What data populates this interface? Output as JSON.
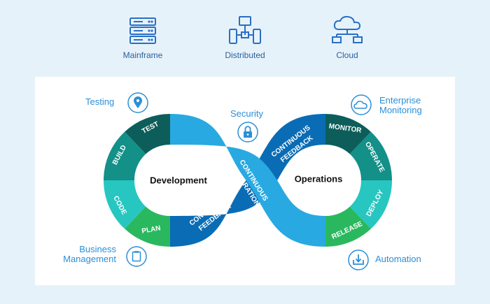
{
  "top_items": [
    {
      "label": "Mainframe",
      "icon": "server-rack-icon"
    },
    {
      "label": "Distributed",
      "icon": "network-nodes-icon"
    },
    {
      "label": "Cloud",
      "icon": "cloud-network-icon"
    }
  ],
  "center": {
    "left_title": "Development",
    "right_title": "Operations"
  },
  "band": {
    "ci_line1": "CONTINUOUS",
    "ci_line2": "INTEGRATION",
    "cf_top_line1": "CONTINUOUS",
    "cf_top_line2": "FEEDBACK",
    "cf_bottom_line1": "CONTINUOUS",
    "cf_bottom_line2": "FEEDBACK"
  },
  "left_loop": [
    "TEST",
    "BUILD",
    "CODE",
    "PLAN"
  ],
  "right_loop": [
    "MONITOR",
    "OPERATE",
    "DEPLOY",
    "RELEASE"
  ],
  "external": {
    "testing": "Testing",
    "security": "Security",
    "enterprise_line1": "Enterprise",
    "enterprise_line2": "Monitoring",
    "business_line1": "Business",
    "business_line2": "Management",
    "automation": "Automation"
  },
  "colors": {
    "background": "#e6f2fa",
    "dark_teal": "#0d5e5a",
    "teal": "#139088",
    "turquoise": "#27c6c0",
    "green": "#2ab85f",
    "navy_blue": "#0a6cb5",
    "sky_blue": "#29a9e1",
    "label_blue": "#2b8fd8"
  }
}
